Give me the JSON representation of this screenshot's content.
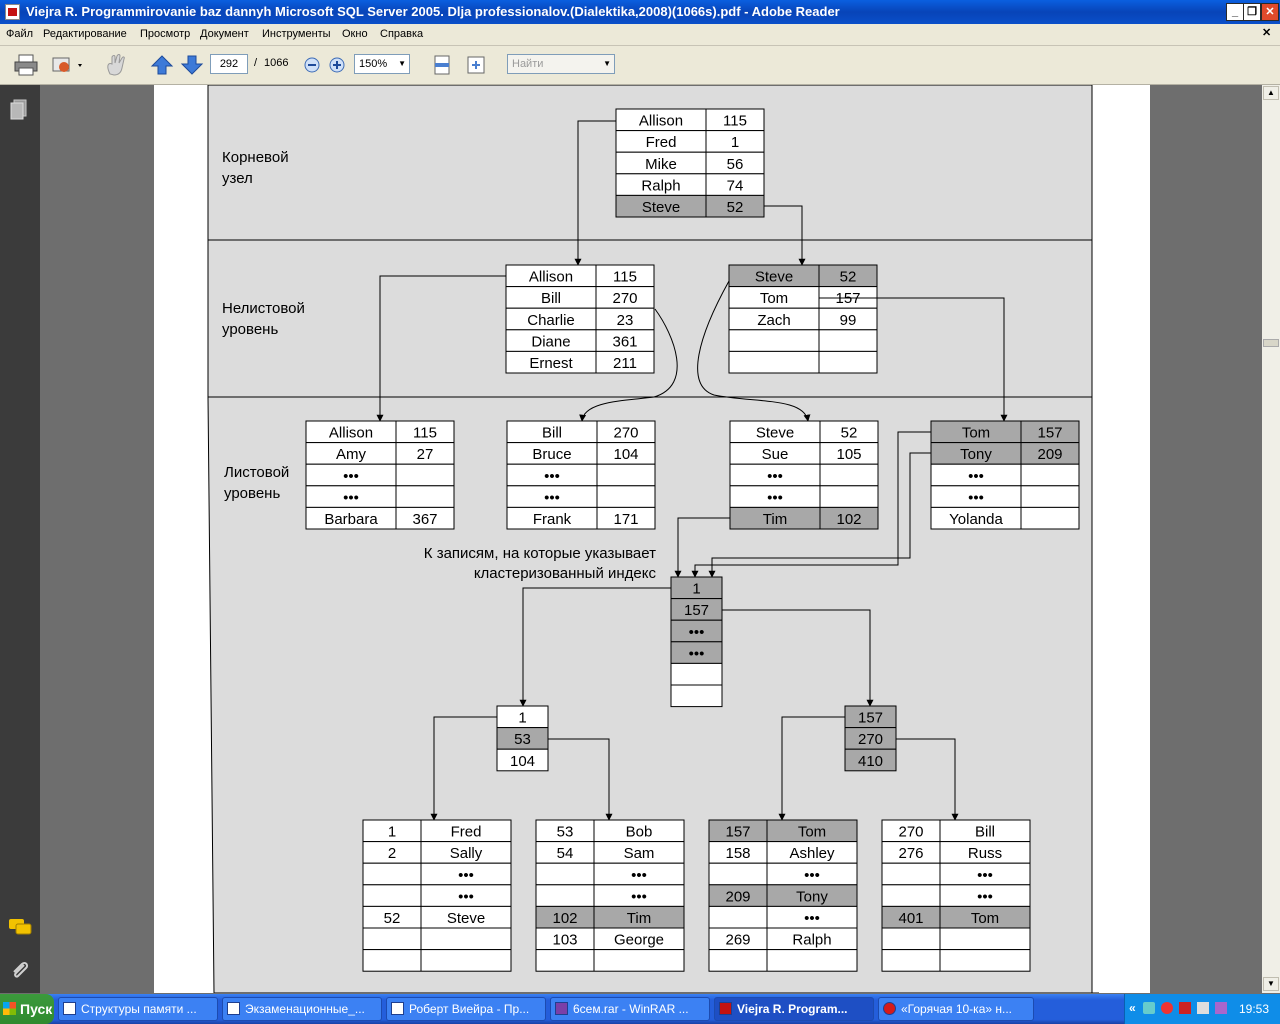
{
  "window": {
    "title": "Viejra R. Programmirovanie baz dannyh Microsoft SQL Server 2005. Dlja professionalov.(Dialektika,2008)(1066s).pdf - Adobe Reader"
  },
  "menu": [
    "Файл",
    "Редактирование",
    "Просмотр",
    "Документ",
    "Инструменты",
    "Окно",
    "Справка"
  ],
  "toolbar": {
    "page": "292",
    "sep": "/",
    "total": "1066",
    "zoom": "150%",
    "find_placeholder": "Найти"
  },
  "diagram": {
    "levels": {
      "root": "Корневой узел",
      "nonleaf": "Нелистовой уровень",
      "leaf": "Листовой уровень"
    },
    "caption_line1": "К записям, на которые указывает",
    "caption_line2": "кластеризованный индекс",
    "tables": [
      {
        "rows": [
          [
            "Allison",
            "115"
          ],
          [
            "Fred",
            "1"
          ],
          [
            "Mike",
            "56"
          ],
          [
            "Ralph",
            "74"
          ],
          [
            "Steve",
            "52"
          ]
        ],
        "hl": [
          4
        ]
      },
      {
        "rows": [
          [
            "Allison",
            "115"
          ],
          [
            "Bill",
            "270"
          ],
          [
            "Charlie",
            "23"
          ],
          [
            "Diane",
            "361"
          ],
          [
            "Ernest",
            "211"
          ]
        ],
        "hl": []
      },
      {
        "rows": [
          [
            "Steve",
            "52"
          ],
          [
            "Tom",
            "157"
          ],
          [
            "Zach",
            "99"
          ],
          [
            "",
            ""
          ],
          [
            "",
            ""
          ]
        ],
        "hl": [
          0
        ]
      },
      {
        "rows": [
          [
            "Allison",
            "115"
          ],
          [
            "Amy",
            "27"
          ],
          [
            "•••",
            ""
          ],
          [
            "•••",
            ""
          ],
          [
            "Barbara",
            "367"
          ]
        ],
        "hl": []
      },
      {
        "rows": [
          [
            "Bill",
            "270"
          ],
          [
            "Bruce",
            "104"
          ],
          [
            "•••",
            ""
          ],
          [
            "•••",
            ""
          ],
          [
            "Frank",
            "171"
          ]
        ],
        "hl": []
      },
      {
        "rows": [
          [
            "Steve",
            "52"
          ],
          [
            "Sue",
            "105"
          ],
          [
            "•••",
            ""
          ],
          [
            "•••",
            ""
          ],
          [
            "Tim",
            "102"
          ]
        ],
        "hl": [
          4
        ]
      },
      {
        "rows": [
          [
            "Tom",
            "157"
          ],
          [
            "Tony",
            "209"
          ],
          [
            "•••",
            ""
          ],
          [
            "•••",
            ""
          ],
          [
            "Yolanda",
            ""
          ]
        ],
        "hl": [
          0,
          1
        ]
      },
      {
        "rows": [
          [
            "1"
          ],
          [
            "157"
          ],
          [
            "•••"
          ],
          [
            "•••"
          ],
          [
            ""
          ],
          [
            ""
          ]
        ],
        "hl": [
          0,
          1,
          2,
          3
        ]
      },
      {
        "rows": [
          [
            "1"
          ],
          [
            "53"
          ],
          [
            "104"
          ]
        ],
        "hl": [
          1
        ]
      },
      {
        "rows": [
          [
            "157"
          ],
          [
            "270"
          ],
          [
            "410"
          ]
        ],
        "hl": [
          0,
          1,
          2
        ]
      },
      {
        "rows": [
          [
            "1",
            "Fred"
          ],
          [
            "2",
            "Sally"
          ],
          [
            "",
            "•••"
          ],
          [
            "",
            "•••"
          ],
          [
            "52",
            "Steve"
          ],
          [
            "",
            ""
          ],
          [
            "",
            ""
          ]
        ],
        "hl": []
      },
      {
        "rows": [
          [
            "53",
            "Bob"
          ],
          [
            "54",
            "Sam"
          ],
          [
            "",
            "•••"
          ],
          [
            "",
            "•••"
          ],
          [
            "102",
            "Tim"
          ],
          [
            "103",
            "George"
          ],
          [
            "",
            ""
          ]
        ],
        "hl": [
          4
        ]
      },
      {
        "rows": [
          [
            "157",
            "Tom"
          ],
          [
            "158",
            "Ashley"
          ],
          [
            "",
            "•••"
          ],
          [
            "209",
            "Tony"
          ],
          [
            "",
            "•••"
          ],
          [
            "269",
            "Ralph"
          ],
          [
            "",
            ""
          ]
        ],
        "hl": [
          0,
          3
        ]
      },
      {
        "rows": [
          [
            "270",
            "Bill"
          ],
          [
            "276",
            "Russ"
          ],
          [
            "",
            "•••"
          ],
          [
            "",
            "•••"
          ],
          [
            "401",
            "Tom"
          ],
          [
            "",
            ""
          ],
          [
            "",
            ""
          ]
        ],
        "hl": [
          4
        ]
      }
    ]
  },
  "taskbar": {
    "start": "Пуск",
    "tasks": [
      "Структуры памяти ...",
      "Экзаменационные_...",
      "Роберт Виейра - Пр...",
      "6сем.rar - WinRAR ...",
      "Viejra R. Program...",
      "«Горячая 10-ка» н..."
    ],
    "clock": "19:53"
  }
}
